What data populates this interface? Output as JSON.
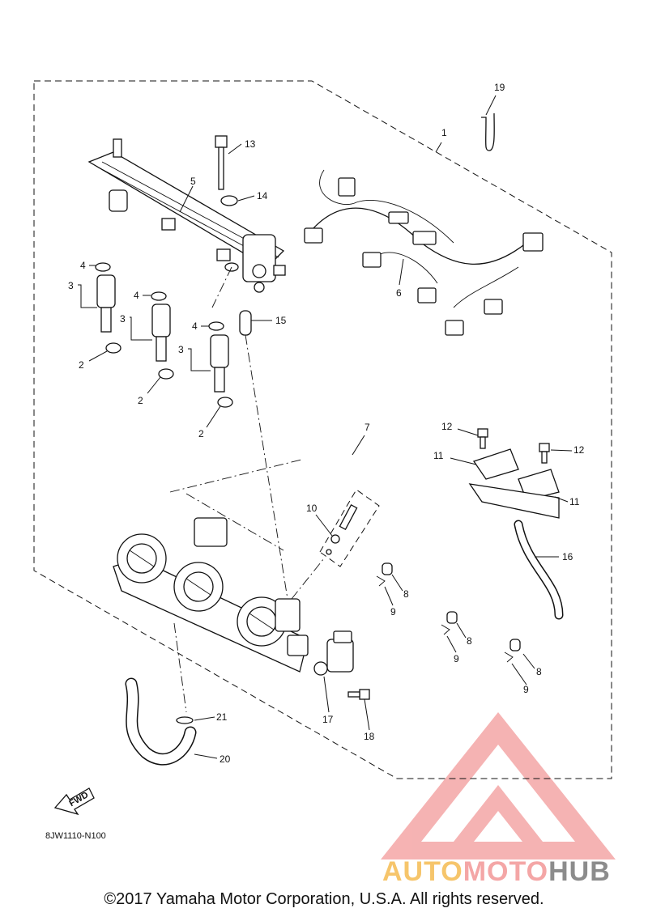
{
  "diagram": {
    "callouts": [
      "1",
      "2",
      "2",
      "2",
      "3",
      "3",
      "3",
      "4",
      "4",
      "4",
      "5",
      "6",
      "7",
      "8",
      "8",
      "8",
      "9",
      "9",
      "9",
      "10",
      "11",
      "11",
      "12",
      "12",
      "13",
      "14",
      "15",
      "16",
      "17",
      "18",
      "19",
      "20",
      "21"
    ],
    "fwd_label": "FWD",
    "drawing_code": "8JW1110-N100"
  },
  "watermark": {
    "brand_part1": "AUTO",
    "brand_part2": "MOTO",
    "brand_part3": "HUB",
    "colors": {
      "logo": "#f4a6a6",
      "auto": "#f6c56b",
      "moto": "#f4a6a6",
      "hub": "#8c8c8c"
    }
  },
  "footer": {
    "copyright": "©2017 Yamaha Motor Corporation, U.S.A. All rights reserved."
  }
}
